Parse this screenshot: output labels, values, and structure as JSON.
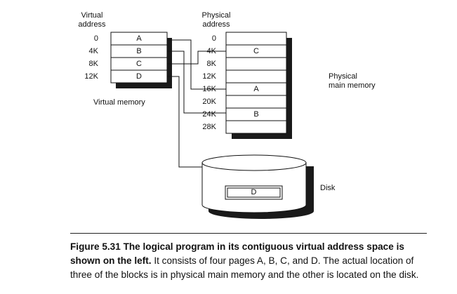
{
  "virtual": {
    "heading_line1": "Virtual",
    "heading_line2": "address",
    "addresses": [
      "0",
      "4K",
      "8K",
      "12K"
    ],
    "pages": [
      "A",
      "B",
      "C",
      "D"
    ],
    "label": "Virtual memory"
  },
  "physical": {
    "heading_line1": "Physical",
    "heading_line2": "address",
    "addresses": [
      "0",
      "4K",
      "8K",
      "12K",
      "16K",
      "20K",
      "24K",
      "28K"
    ],
    "frames": [
      "",
      "C",
      "",
      "",
      "A",
      "",
      "B",
      ""
    ],
    "label_line1": "Physical",
    "label_line2": "main memory"
  },
  "disk": {
    "label": "Disk",
    "block": "D"
  },
  "caption": {
    "figure": "Figure 5.31",
    "bold_text": "The logical program in its contiguous virtual address space is shown on the left.",
    "text": "It consists of four pages A, B, C, and D. The actual location of three of the blocks is in physical main memory and the other is located on the disk."
  },
  "colors": {
    "ink": "#111111",
    "shadow": "#1a1a1a",
    "background": "#ffffff"
  }
}
